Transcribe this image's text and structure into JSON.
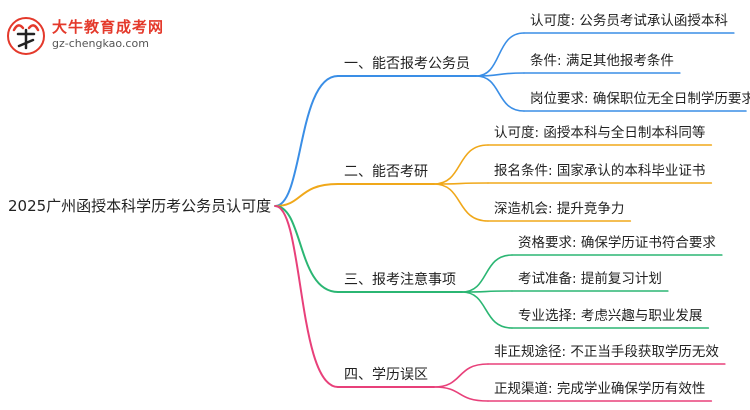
{
  "logo": {
    "title": "大牛教育成考网",
    "url": "gz-chengkao.com"
  },
  "root": {
    "label": "2025广州函授本科学历考公务员认可度"
  },
  "branches": [
    {
      "label": "一、能否报考公务员",
      "color": "#3a8ee6",
      "leaves": [
        "认可度: 公务员考试承认函授本科",
        "条件: 满足其他报考条件",
        "岗位要求: 确保职位无全日制学历要求"
      ]
    },
    {
      "label": "二、能否考研",
      "color": "#f0a81a",
      "leaves": [
        "认可度: 函授本科与全日制本科同等",
        "报名条件: 国家承认的本科毕业证书",
        "深造机会: 提升竞争力"
      ]
    },
    {
      "label": "三、报考注意事项",
      "color": "#2bb673",
      "leaves": [
        "资格要求: 确保学历证书符合要求",
        "考试准备: 提前复习计划",
        "专业选择: 考虑兴趣与职业发展"
      ]
    },
    {
      "label": "四、学历误区",
      "color": "#e8407a",
      "leaves": [
        "非正规途径: 不正当手段获取学历无效",
        "正规渠道: 完成学业确保学历有效性"
      ]
    }
  ]
}
